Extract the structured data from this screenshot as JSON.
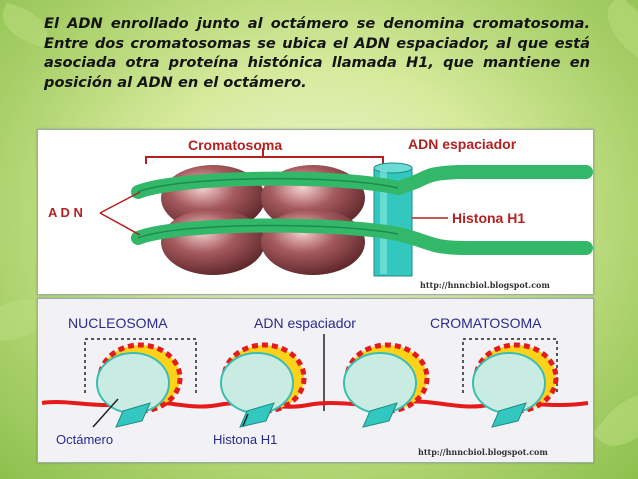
{
  "paragraph": "El ADN enrollado junto al octámero se denomina cromatosoma. Entre dos cromatosomas se ubica el ADN espaciador, al que está asociada otra proteína histónica llamada H1, que mantiene en posición al ADN en el octámero.",
  "figure_top": {
    "label_cromatosoma": "Cromatosoma",
    "label_adn": "A D N",
    "label_adn_espaciador": "ADN espaciador",
    "label_histona": "Histona H1",
    "source": "http://hnncbiol.blogspot.com"
  },
  "figure_bottom": {
    "label_nucleosoma": "NUCLEOSOMA",
    "label_adn_espaciador": "ADN espaciador",
    "label_cromatosoma": "CROMATOSOMA",
    "label_octamero": "Octámero",
    "label_histona": "Histona H1",
    "source": "http://hnncbiol.blogspot.com"
  },
  "colors": {
    "dna_green": "#33b86a",
    "dna_red": "#e51b1b",
    "histone_cyan": "#33c8bf",
    "label_red": "#b32020",
    "label_blue": "#2a2a8c",
    "octamer_fill": "#c9ece2"
  }
}
